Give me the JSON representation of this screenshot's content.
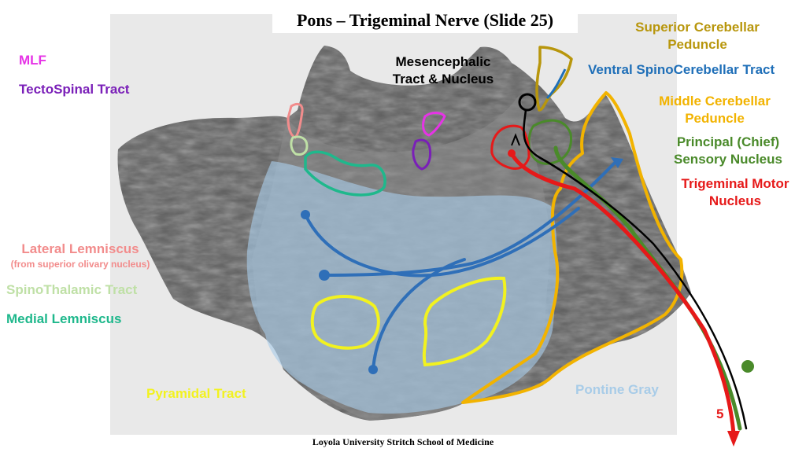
{
  "title": "Pons – Trigeminal Nerve (Slide 25)",
  "footer": "Loyola University Stritch School of Medicine",
  "labels": {
    "mlf": "MLF",
    "tectospinal": "TectoSpinal Tract",
    "mesencephalic_1": "Mesencephalic",
    "mesencephalic_2": "Tract & Nucleus",
    "superior_cerebellar_1": "Superior Cerebellar",
    "superior_cerebellar_2": "Peduncle",
    "ventral_spinocerebellar": "Ventral SpinoCerebellar Tract",
    "middle_cerebellar_1": "Middle Cerebellar",
    "middle_cerebellar_2": "Peduncle",
    "principal_1": "Principal (Chief)",
    "principal_2": "Sensory Nucleus",
    "trigeminal_motor_1": "Trigeminal Motor",
    "trigeminal_motor_2": "Nucleus",
    "lateral_lemniscus": "Lateral Lemniscus",
    "lateral_lemniscus_sub": "(from superior olivary nucleus)",
    "spinothalamic": "SpinoThalamic Tract",
    "medial_lemniscus": "Medial Lemniscus",
    "pyramidal": "Pyramidal Tract",
    "pontine_gray": "Pontine Gray",
    "nerve_number": "5"
  },
  "colors": {
    "mlf": "#e633e6",
    "tectospinal": "#7a1fb8",
    "superior_cerebellar": "#b8960c",
    "ventral_spinocerebellar": "#1f6fb8",
    "middle_cerebellar": "#f2b300",
    "principal": "#4a8a2a",
    "trigeminal_motor": "#e61919",
    "lateral_lemniscus": "#f28c8c",
    "spinothalamic": "#bfe0a6",
    "medial_lemniscus": "#1fb88c",
    "pyramidal": "#f2f21f",
    "pontine_gray": "#a8cce8",
    "mesencephalic": "#000000"
  }
}
